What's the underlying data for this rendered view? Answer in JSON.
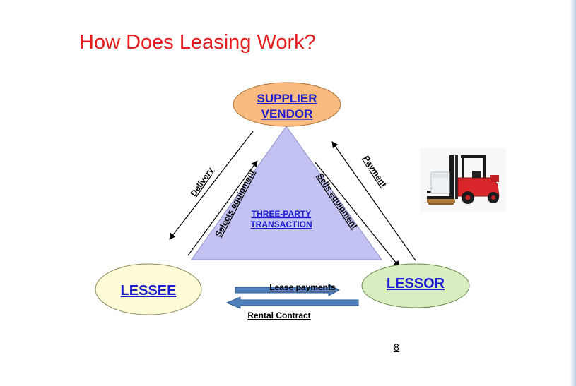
{
  "slide": {
    "title": "How Does Leasing Work?",
    "page_number": "8"
  },
  "diagram": {
    "nodes": {
      "supplier_line1": "SUPPLIER",
      "supplier_line2": "VENDOR",
      "lessee": "LESSEE",
      "lessor": "LESSOR"
    },
    "center_line1": "THREE-PARTY",
    "center_line2": "TRANSACTION",
    "edges": {
      "delivery": "Delivery",
      "selects_equipment": "Selects equipment",
      "sells_equipment": "Sells equipment",
      "payment": "Payment",
      "lease_payments": "Lease payments",
      "rental_contract": "Rental Contract"
    }
  },
  "colors": {
    "title": "#e41e1e",
    "supplier_fill": "#f9bb80",
    "lessee_fill": "#fdfbd6",
    "lessor_fill": "#d8edc0",
    "triangle_fill": "#c3c3f3",
    "node_text": "#1d1dcc",
    "flow_arrow": "#4f81bd"
  },
  "image": {
    "icon": "forklift-icon"
  }
}
